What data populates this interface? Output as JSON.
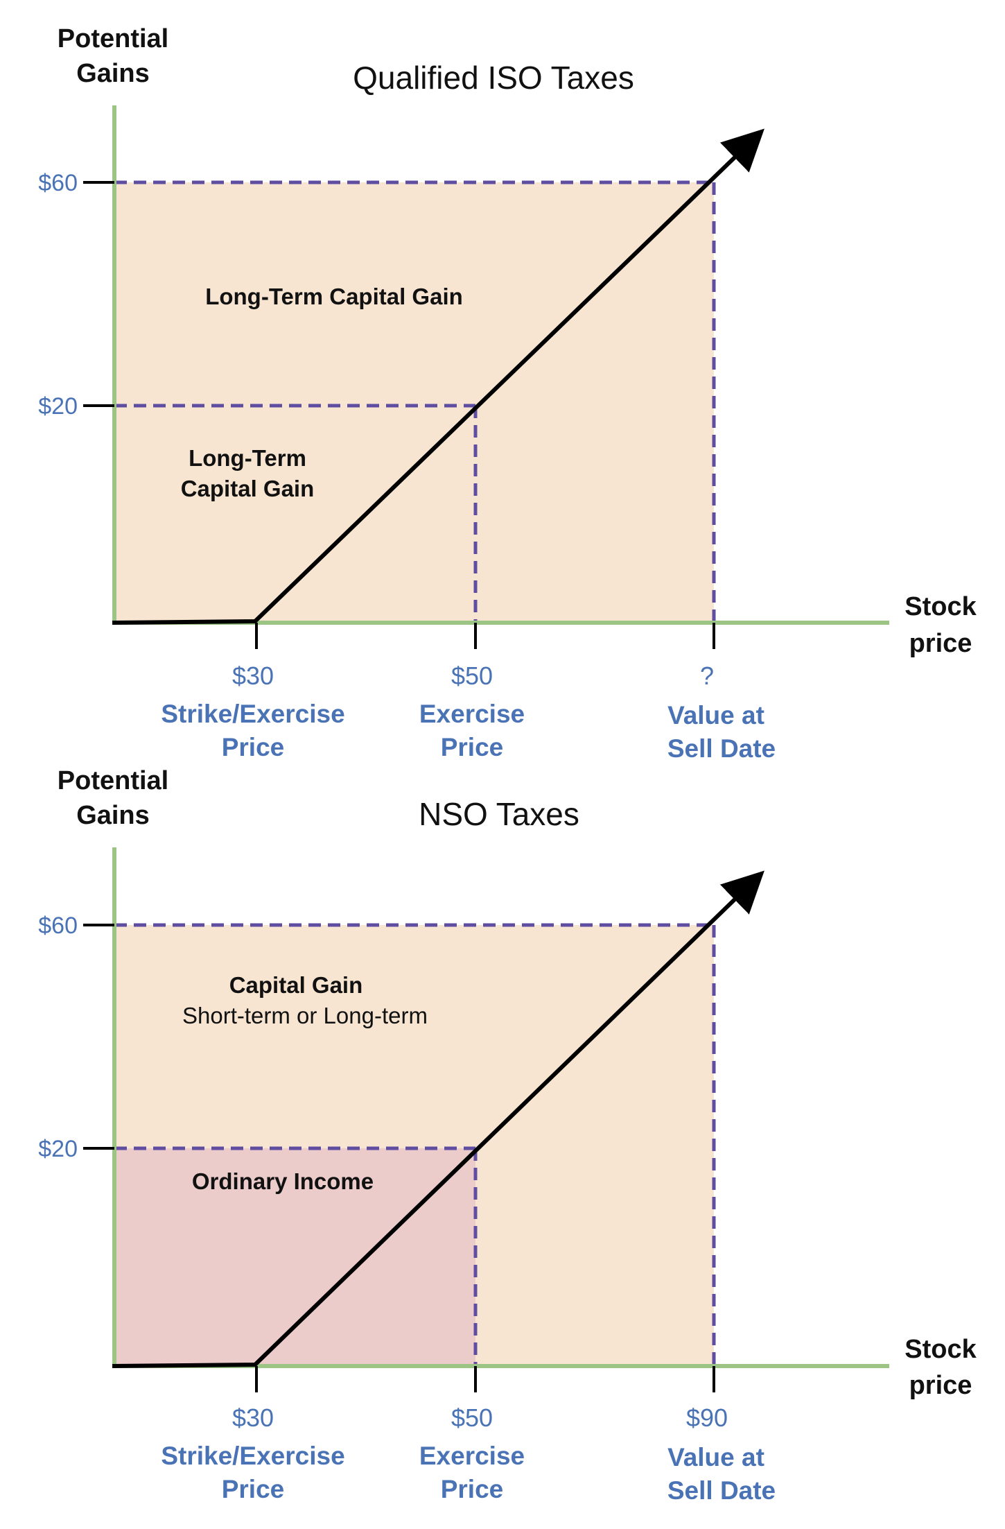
{
  "colors": {
    "axis": "#9bc485",
    "guide": "#5e4da1",
    "fill_capital": "#f8e5d1",
    "fill_ordinary": "#ecccca",
    "payoff": "#000000",
    "tick_text": "#4a73b5"
  },
  "charts": [
    {
      "title": "Qualified ISO Taxes",
      "y_axis_title": [
        "Potential",
        "Gains"
      ],
      "x_axis_title": [
        "Stock",
        "price"
      ],
      "y_ticks": [
        "$60",
        "$20"
      ],
      "x_ticks": [
        {
          "value": "$30",
          "label": [
            "Strike/Exercise",
            "Price"
          ]
        },
        {
          "value": "$50",
          "label": [
            "Exercise",
            "Price"
          ]
        },
        {
          "value": "?",
          "label": [
            "Value at",
            "Sell Date"
          ]
        }
      ],
      "regions": {
        "upper": {
          "title": "Long-Term Capital Gain",
          "subtitle": ""
        },
        "lower": {
          "title": [
            "Long-Term",
            "Capital Gain"
          ]
        }
      }
    },
    {
      "title": "NSO Taxes",
      "y_axis_title": [
        "Potential",
        "Gains"
      ],
      "x_axis_title": [
        "Stock",
        "price"
      ],
      "y_ticks": [
        "$60",
        "$20"
      ],
      "x_ticks": [
        {
          "value": "$30",
          "label": [
            "Strike/Exercise",
            "Price"
          ]
        },
        {
          "value": "$50",
          "label": [
            "Exercise",
            "Price"
          ]
        },
        {
          "value": "$90",
          "label": [
            "Value at",
            "Sell Date"
          ]
        }
      ],
      "regions": {
        "upper": {
          "title": "Capital Gain",
          "subtitle": "Short-term or Long-term"
        },
        "lower": {
          "title": "Ordinary Income"
        }
      }
    }
  ]
}
